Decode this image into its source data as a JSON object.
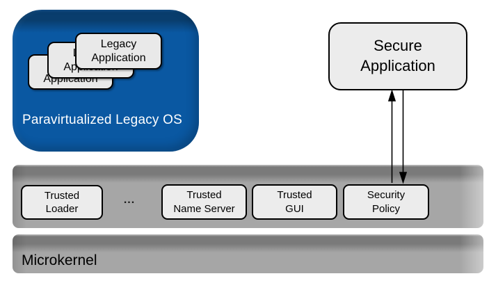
{
  "legacy_os": {
    "label": "Paravirtualized Legacy OS",
    "fill_color": "#0a58a2",
    "bevel_color": "#093d6d",
    "apps": [
      {
        "line1": "Legacy",
        "line2": "Application"
      },
      {
        "line1": "Legacy",
        "line2": "Application"
      },
      {
        "line1": "Legacy",
        "line2": "Application"
      }
    ]
  },
  "secure_application": {
    "line1": "Secure",
    "line2": "Application"
  },
  "services_bar": {
    "fill_color": "#a6a6a6",
    "bevel_color": "#7a7a7a",
    "ellipsis": "...",
    "boxes": [
      {
        "line1": "Trusted",
        "line2": "Loader"
      },
      {
        "line1": "Trusted",
        "line2": "Name Server"
      },
      {
        "line1": "Trusted",
        "line2": "GUI"
      },
      {
        "line1": "Security",
        "line2": "Policy"
      }
    ]
  },
  "microkernel": {
    "label": "Microkernel"
  },
  "box_style": {
    "fill_color": "#ececec",
    "border_color": "#000000"
  }
}
